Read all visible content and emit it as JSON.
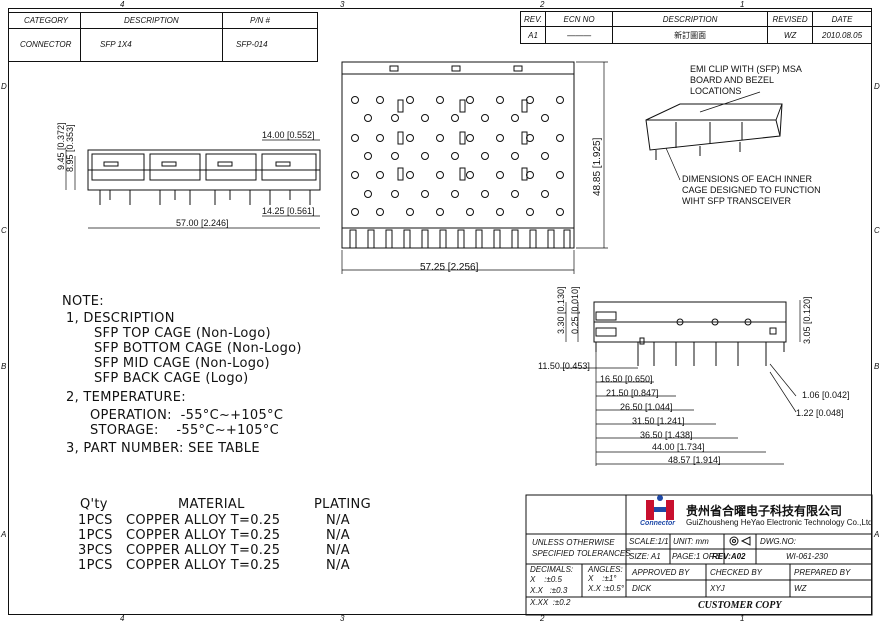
{
  "border_zones": {
    "top": [
      "4",
      "3",
      "2",
      "1"
    ],
    "bottom": [
      "4",
      "3",
      "2",
      "1"
    ],
    "left": [
      "D",
      "C",
      "B",
      "A"
    ],
    "right": [
      "D",
      "C",
      "B",
      "A"
    ]
  },
  "header_table": {
    "col1": "CATEGORY",
    "col2": "DESCRIPTION",
    "col3": "P/N #",
    "row1": "CONNECTOR",
    "row2": "SFP 1X4",
    "row3": "SFP-014"
  },
  "revision_table": {
    "headers": [
      "REV.",
      "ECN NO",
      "DESCRIPTION",
      "REVISED",
      "DATE"
    ],
    "row": [
      "A1",
      "———",
      "新訂圖面",
      "WZ",
      "2010.08.05"
    ]
  },
  "dims_left": {
    "h1": "9.45 [0.372]",
    "h2": "8.95 [0.353]",
    "top_right": "14.00 [0.552]",
    "bottom_right": "14.25 [0.561]",
    "width": "57.00 [2.246]"
  },
  "dims_center": {
    "width": "57.25 [2.256]",
    "height": "48.85 [1.925]"
  },
  "iso_notes": {
    "emi": [
      "EMI CLIP WITH (SFP) MSA",
      "BOARD AND BEZEL",
      "LOCATIONS"
    ],
    "cage": [
      "DIMENSIONS OF EACH INNER",
      "CAGE DESIGNED TO FUNCTION",
      "WIHT SFP TRANSCEIVER"
    ]
  },
  "dims_side": {
    "v1": "3.30 [0.130]",
    "v2": "0.25 [0.010]",
    "v3": "3.05 [0.120]",
    "d1": "11.50 [0.453]",
    "d2": "16.50 [0.650]",
    "d3": "21.50 [0.847]",
    "d4": "26.50 [1.044]",
    "d5": "31.50 [1.241]",
    "d6": "36.50 [1.438]",
    "d7": "44.00 [1.734]",
    "d8": "48.57 [1.914]",
    "r1": "1.06 [0.042]",
    "r2": "1.22 [0.048]"
  },
  "notes": {
    "title": "NOTE:",
    "desc_head": "1, DESCRIPTION",
    "desc_items": [
      "SFP TOP CAGE (Non-Logo)",
      "SFP BOTTOM CAGE (Non-Logo)",
      "SFP MID CAGE (Non-Logo)",
      "SFP BACK CAGE (Logo)"
    ],
    "temp_head": "2, TEMPERATURE:",
    "operation": "OPERATION:  -55°C~+105°C",
    "storage": "STORAGE:    -55°C~+105°C",
    "part": "3, PART NUMBER: SEE TABLE"
  },
  "material_table": {
    "headers": [
      "Q'ty",
      "MATERIAL",
      "PLATING"
    ],
    "rows": [
      [
        "1PCS",
        "COPPER ALLOY T=0.25",
        "N/A"
      ],
      [
        "1PCS",
        "COPPER ALLOY T=0.25",
        "N/A"
      ],
      [
        "3PCS",
        "COPPER ALLOY T=0.25",
        "N/A"
      ],
      [
        "1PCS",
        "COPPER ALLOY T=0.25",
        "N/A"
      ]
    ]
  },
  "title_block": {
    "company_cn": "贵州省合曜电子科技有限公司",
    "company_en": "GuiZhousheng HeYao Electronic Technology Co.,Ltd",
    "logo_text": "Connector",
    "tolerance_1": "UNLESS OTHERWISE",
    "tolerance_2": "SPECIFIED TOLERANCES",
    "decimals_label": "DECIMALS:",
    "decimals": [
      "X    :±0.5",
      "X.X   :±0.3",
      "X.XX  :±0.2"
    ],
    "angles_label": "ANGLES:",
    "angles": [
      "X    :±1°",
      "X.X :±0.5°"
    ],
    "scale": "SCALE:1/1",
    "unit": "UNIT: mm",
    "dwg_label": "DWG.NO:",
    "size": "SIZE: A1",
    "page": "PAGE:1 OF 3",
    "rev": "REV:A02",
    "dwg_no": "WI-061-230",
    "approved_label": "APPROVED BY",
    "checked_label": "CHECKED BY",
    "prepared_label": "PREPARED BY",
    "approved": "DICK",
    "checked": "XYJ",
    "prepared": "WZ",
    "customer_copy": "CUSTOMER COPY"
  }
}
